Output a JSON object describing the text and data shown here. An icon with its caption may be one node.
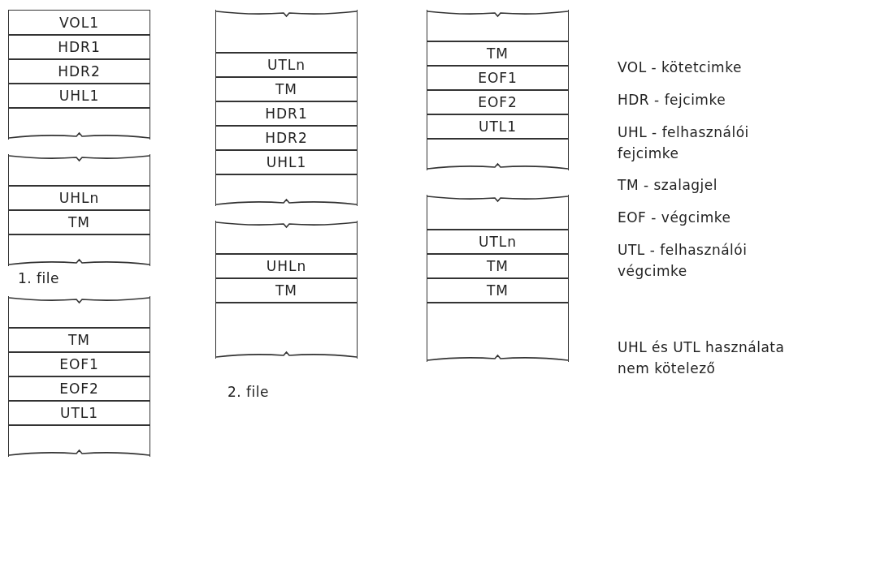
{
  "diagram": {
    "nodes": [
      {
        "text": [
          "VOL1"
        ]
      },
      {
        "text": [
          "HDR1"
        ]
      },
      {
        "text": [
          "HDR2"
        ]
      },
      {
        "text": [
          "UHL1"
        ]
      },
      {
        "text": [],
        "shape": "box"
      },
      {
        "text": [],
        "shape": "box"
      },
      {
        "text": [
          "UHLn"
        ]
      },
      {
        "text": [
          "TM"
        ]
      },
      {
        "text": [],
        "shape": "box"
      },
      {
        "text": [],
        "shape": "box"
      },
      {
        "text": [
          "TM"
        ]
      },
      {
        "text": [
          "EOF1"
        ]
      },
      {
        "text": [
          "EOF2"
        ]
      },
      {
        "text": [
          "UTL1"
        ]
      },
      {
        "text": [],
        "shape": "box"
      },
      {
        "text": [],
        "shape": "box"
      },
      {
        "text": [
          "UTLn"
        ]
      },
      {
        "text": [
          "TM"
        ]
      },
      {
        "text": [
          "HDR1"
        ]
      },
      {
        "text": [
          "HDR2"
        ]
      },
      {
        "text": [
          "UHL1"
        ]
      },
      {
        "text": [],
        "shape": "box"
      },
      {
        "text": [],
        "shape": "box"
      },
      {
        "text": [
          "UHLn"
        ]
      },
      {
        "text": [
          "TM"
        ]
      },
      {
        "text": [],
        "shape": "box"
      },
      {
        "text": [],
        "shape": "box"
      },
      {
        "text": [
          "TM"
        ]
      },
      {
        "text": [
          "EOF1"
        ]
      },
      {
        "text": [
          "EOF2"
        ]
      },
      {
        "text": [
          "UTL1"
        ]
      },
      {
        "text": [],
        "shape": "box"
      },
      {
        "text": [],
        "shape": "box"
      },
      {
        "text": [
          "UTLn"
        ]
      },
      {
        "text": [
          "TM"
        ]
      },
      {
        "text": [
          "TM"
        ]
      },
      {
        "text": [],
        "shape": "box"
      }
    ],
    "edges": [],
    "labels": [
      "1. file",
      "2. file",
      "VOL - kötetcimke",
      "HDR - fejcimke",
      "UHL - felhasználói fejcimke",
      "TM - szalagjel",
      "EOF - végcimke",
      "UTL - felhasználói végcimke",
      "UHL és UTL használata nem kötelező"
    ]
  }
}
